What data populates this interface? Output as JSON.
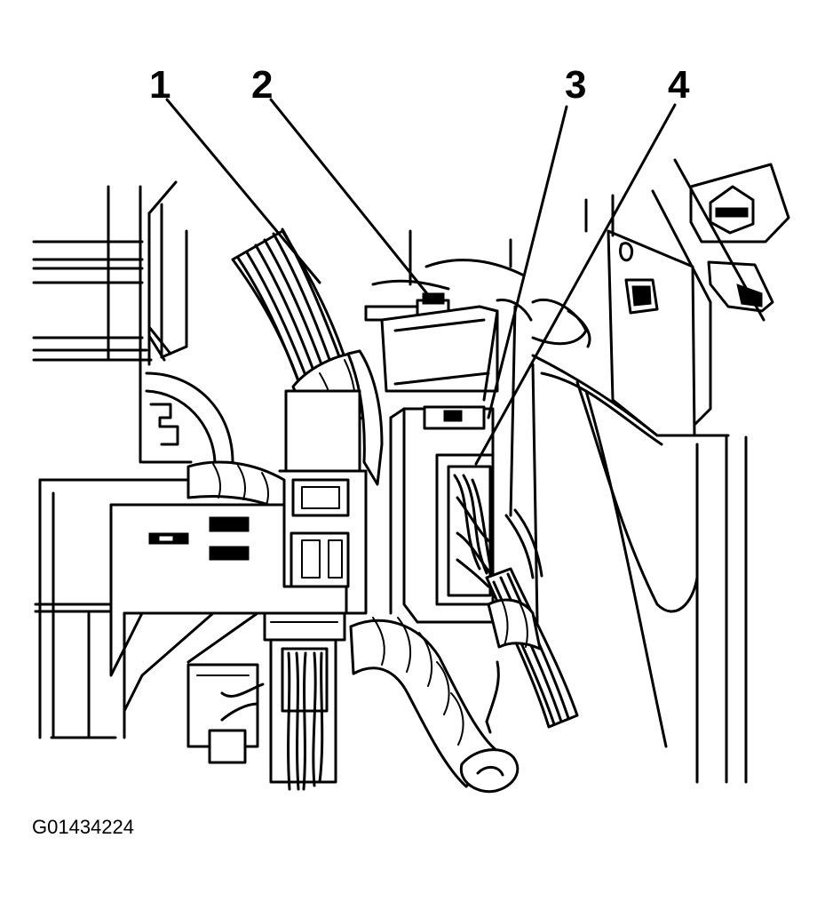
{
  "figure_id": "G01434224",
  "callouts": [
    {
      "number": "1"
    },
    {
      "number": "2"
    },
    {
      "number": "3"
    },
    {
      "number": "4"
    }
  ],
  "colors": {
    "line": "#000000",
    "background": "#ffffff"
  }
}
